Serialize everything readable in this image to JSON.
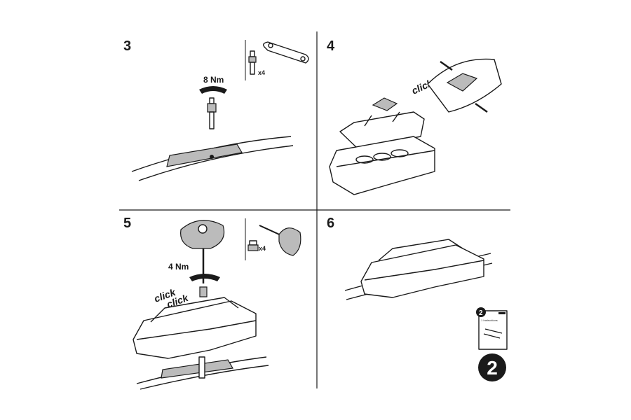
{
  "steps": [
    {
      "number": "3",
      "torque": "8 Nm",
      "quantity": "x4"
    },
    {
      "number": "4",
      "action": "click"
    },
    {
      "number": "5",
      "torque": "4 Nm",
      "quantity": "x4",
      "actions": [
        "click",
        "click"
      ]
    },
    {
      "number": "6",
      "booklet": {
        "badge": "2",
        "title": "1 Instructions"
      },
      "next_badge": "2"
    }
  ],
  "colors": {
    "ink": "#1a1a1a",
    "paper": "#ffffff",
    "shade": "#bbbbbb"
  }
}
